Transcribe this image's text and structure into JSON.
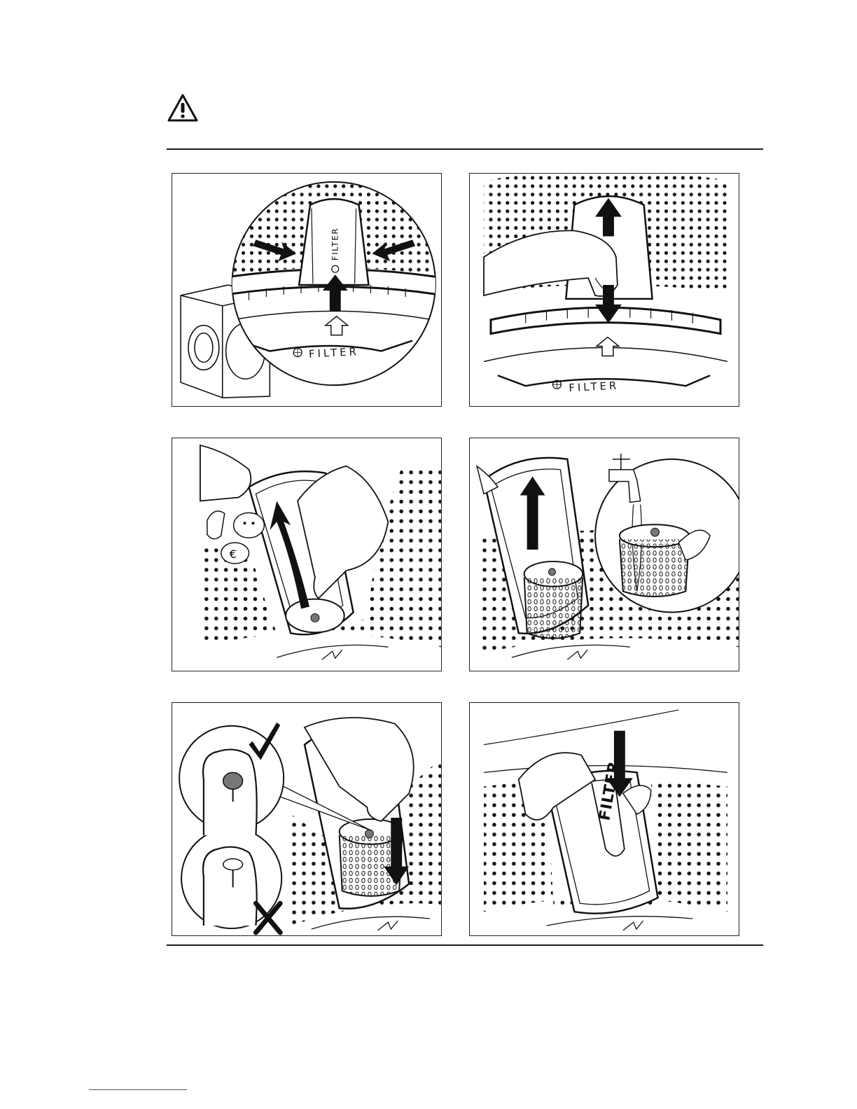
{
  "header": {
    "icon": "warning-triangle-icon"
  },
  "panels": [
    {
      "id": 1,
      "label_lower": "FILTER",
      "label_vertical": "FILTER"
    },
    {
      "id": 2,
      "label_lower": "FILTER"
    },
    {
      "id": 3,
      "coin_symbol": "€"
    },
    {
      "id": 4
    },
    {
      "id": 5
    },
    {
      "id": 6,
      "label_vertical": "FILTER"
    }
  ],
  "colors": {
    "ink": "#111111",
    "rule": "#1a1a1a",
    "link": "#3a4fb0"
  }
}
